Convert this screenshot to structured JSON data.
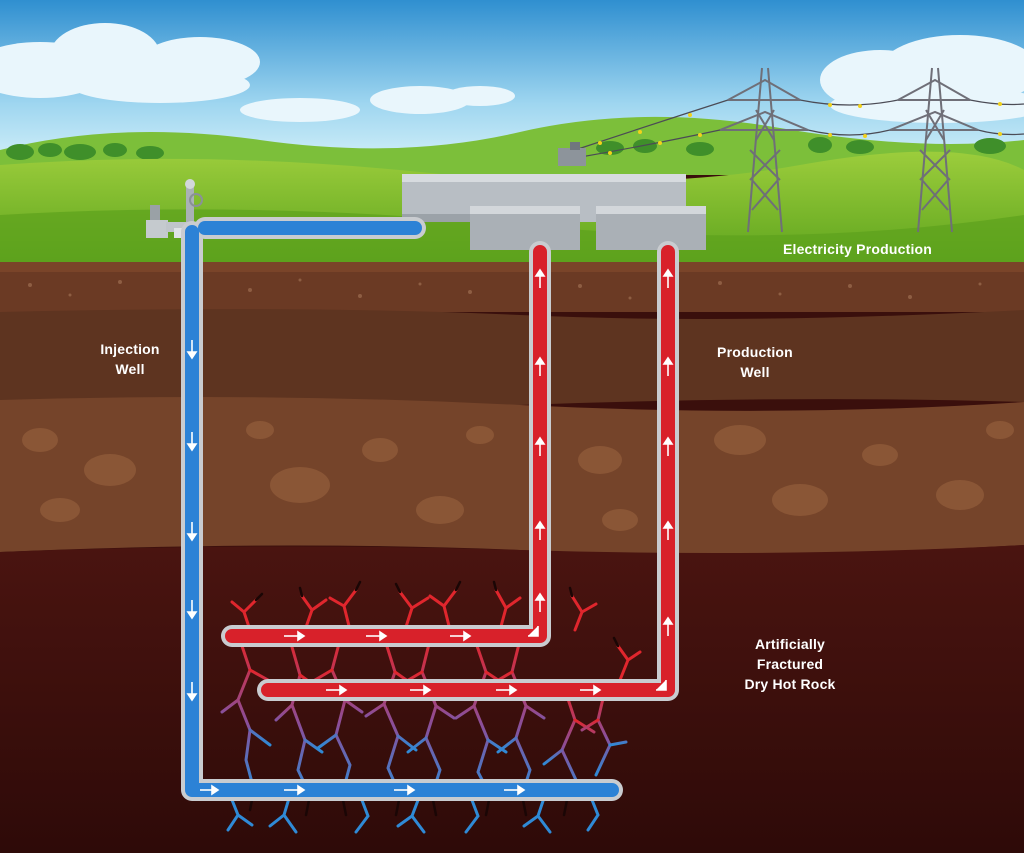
{
  "labels": {
    "electricity": [
      "Electricity Production"
    ],
    "injection": [
      "Injection",
      "Well"
    ],
    "production": [
      "Production",
      "Well"
    ],
    "rock": [
      "Artificially",
      "Fractured",
      "Dry Hot Rock"
    ]
  },
  "colors": {
    "sky_top": "#2f8fd0",
    "sky_bottom": "#bfe6f5",
    "grass": "#7cbf2a",
    "topsoil": "#6b3a24",
    "mid_soil": "#5e3420",
    "deep_rock": "#3b0f0c",
    "cold_pipe": "#2c82d6",
    "hot_pipe": "#d8212a",
    "pipe_casing": "#c9ccd0",
    "plant": "#b6bcc2"
  },
  "icons": [
    "power-plant-icon",
    "wellhead-icon",
    "transmission-tower-icon",
    "flow-arrow-icon"
  ]
}
